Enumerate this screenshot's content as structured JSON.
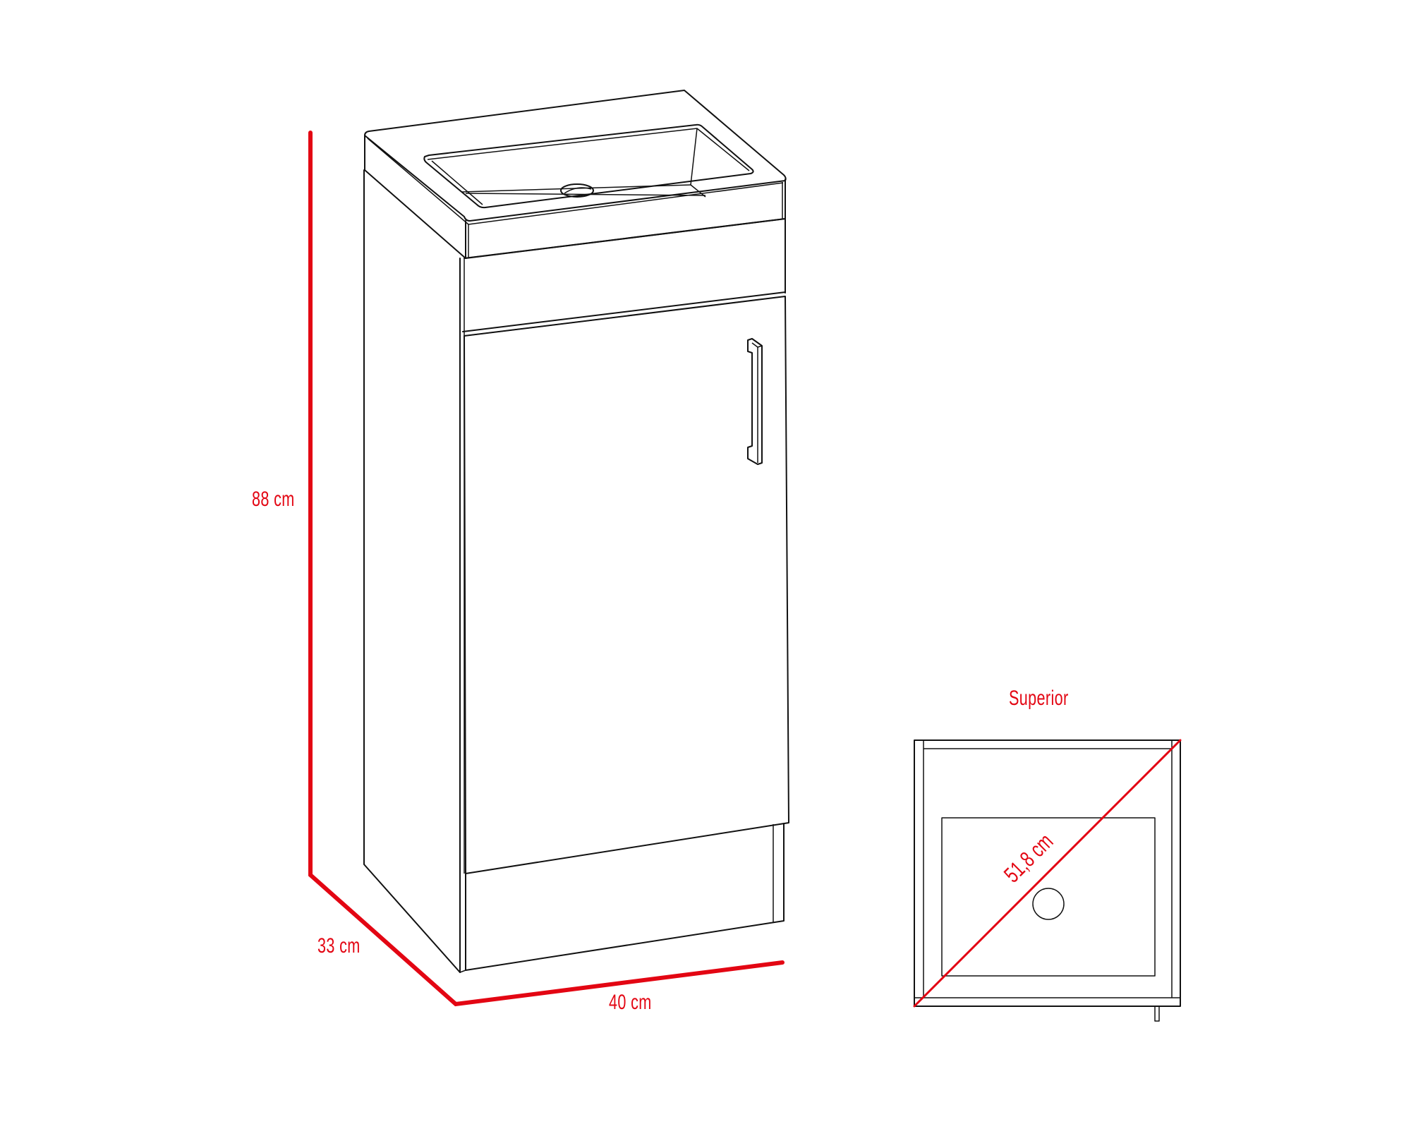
{
  "figure": {
    "type": "product dimension diagram",
    "subject": "bathroom vanity cabinet with sink",
    "accent_color": "#e30613",
    "line_color": "#111111"
  },
  "dimensions": {
    "height": {
      "label": "88 cm",
      "value": 88,
      "unit": "cm"
    },
    "depth": {
      "label": "33 cm",
      "value": 33,
      "unit": "cm"
    },
    "width": {
      "label": "40 cm",
      "value": 40,
      "unit": "cm"
    }
  },
  "top_view": {
    "title": "Superior",
    "diagonal": {
      "label": "51,8 cm",
      "value": 51.8,
      "unit": "cm"
    }
  }
}
